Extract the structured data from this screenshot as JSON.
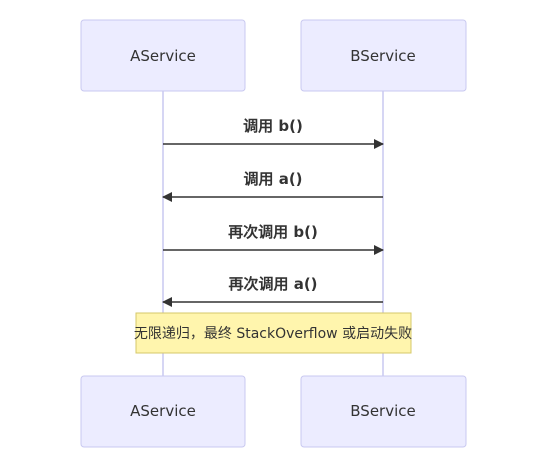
{
  "actors": {
    "a": {
      "label": "AService"
    },
    "b": {
      "label": "BService"
    }
  },
  "messages": [
    {
      "label": "调用 b()",
      "from": "AService",
      "to": "BService"
    },
    {
      "label": "调用 a()",
      "from": "BService",
      "to": "AService"
    },
    {
      "label": "再次调用 b()",
      "from": "AService",
      "to": "BService"
    },
    {
      "label": "再次调用 a()",
      "from": "BService",
      "to": "AService"
    }
  ],
  "note": {
    "text": "无限递归，最终 StackOverflow 或启动失败"
  },
  "colors": {
    "actor_fill": "#ECECFF",
    "actor_border": "#c9c9f0",
    "note_fill": "#fff5ad",
    "note_border": "#d6c86a",
    "line": "#333333"
  }
}
